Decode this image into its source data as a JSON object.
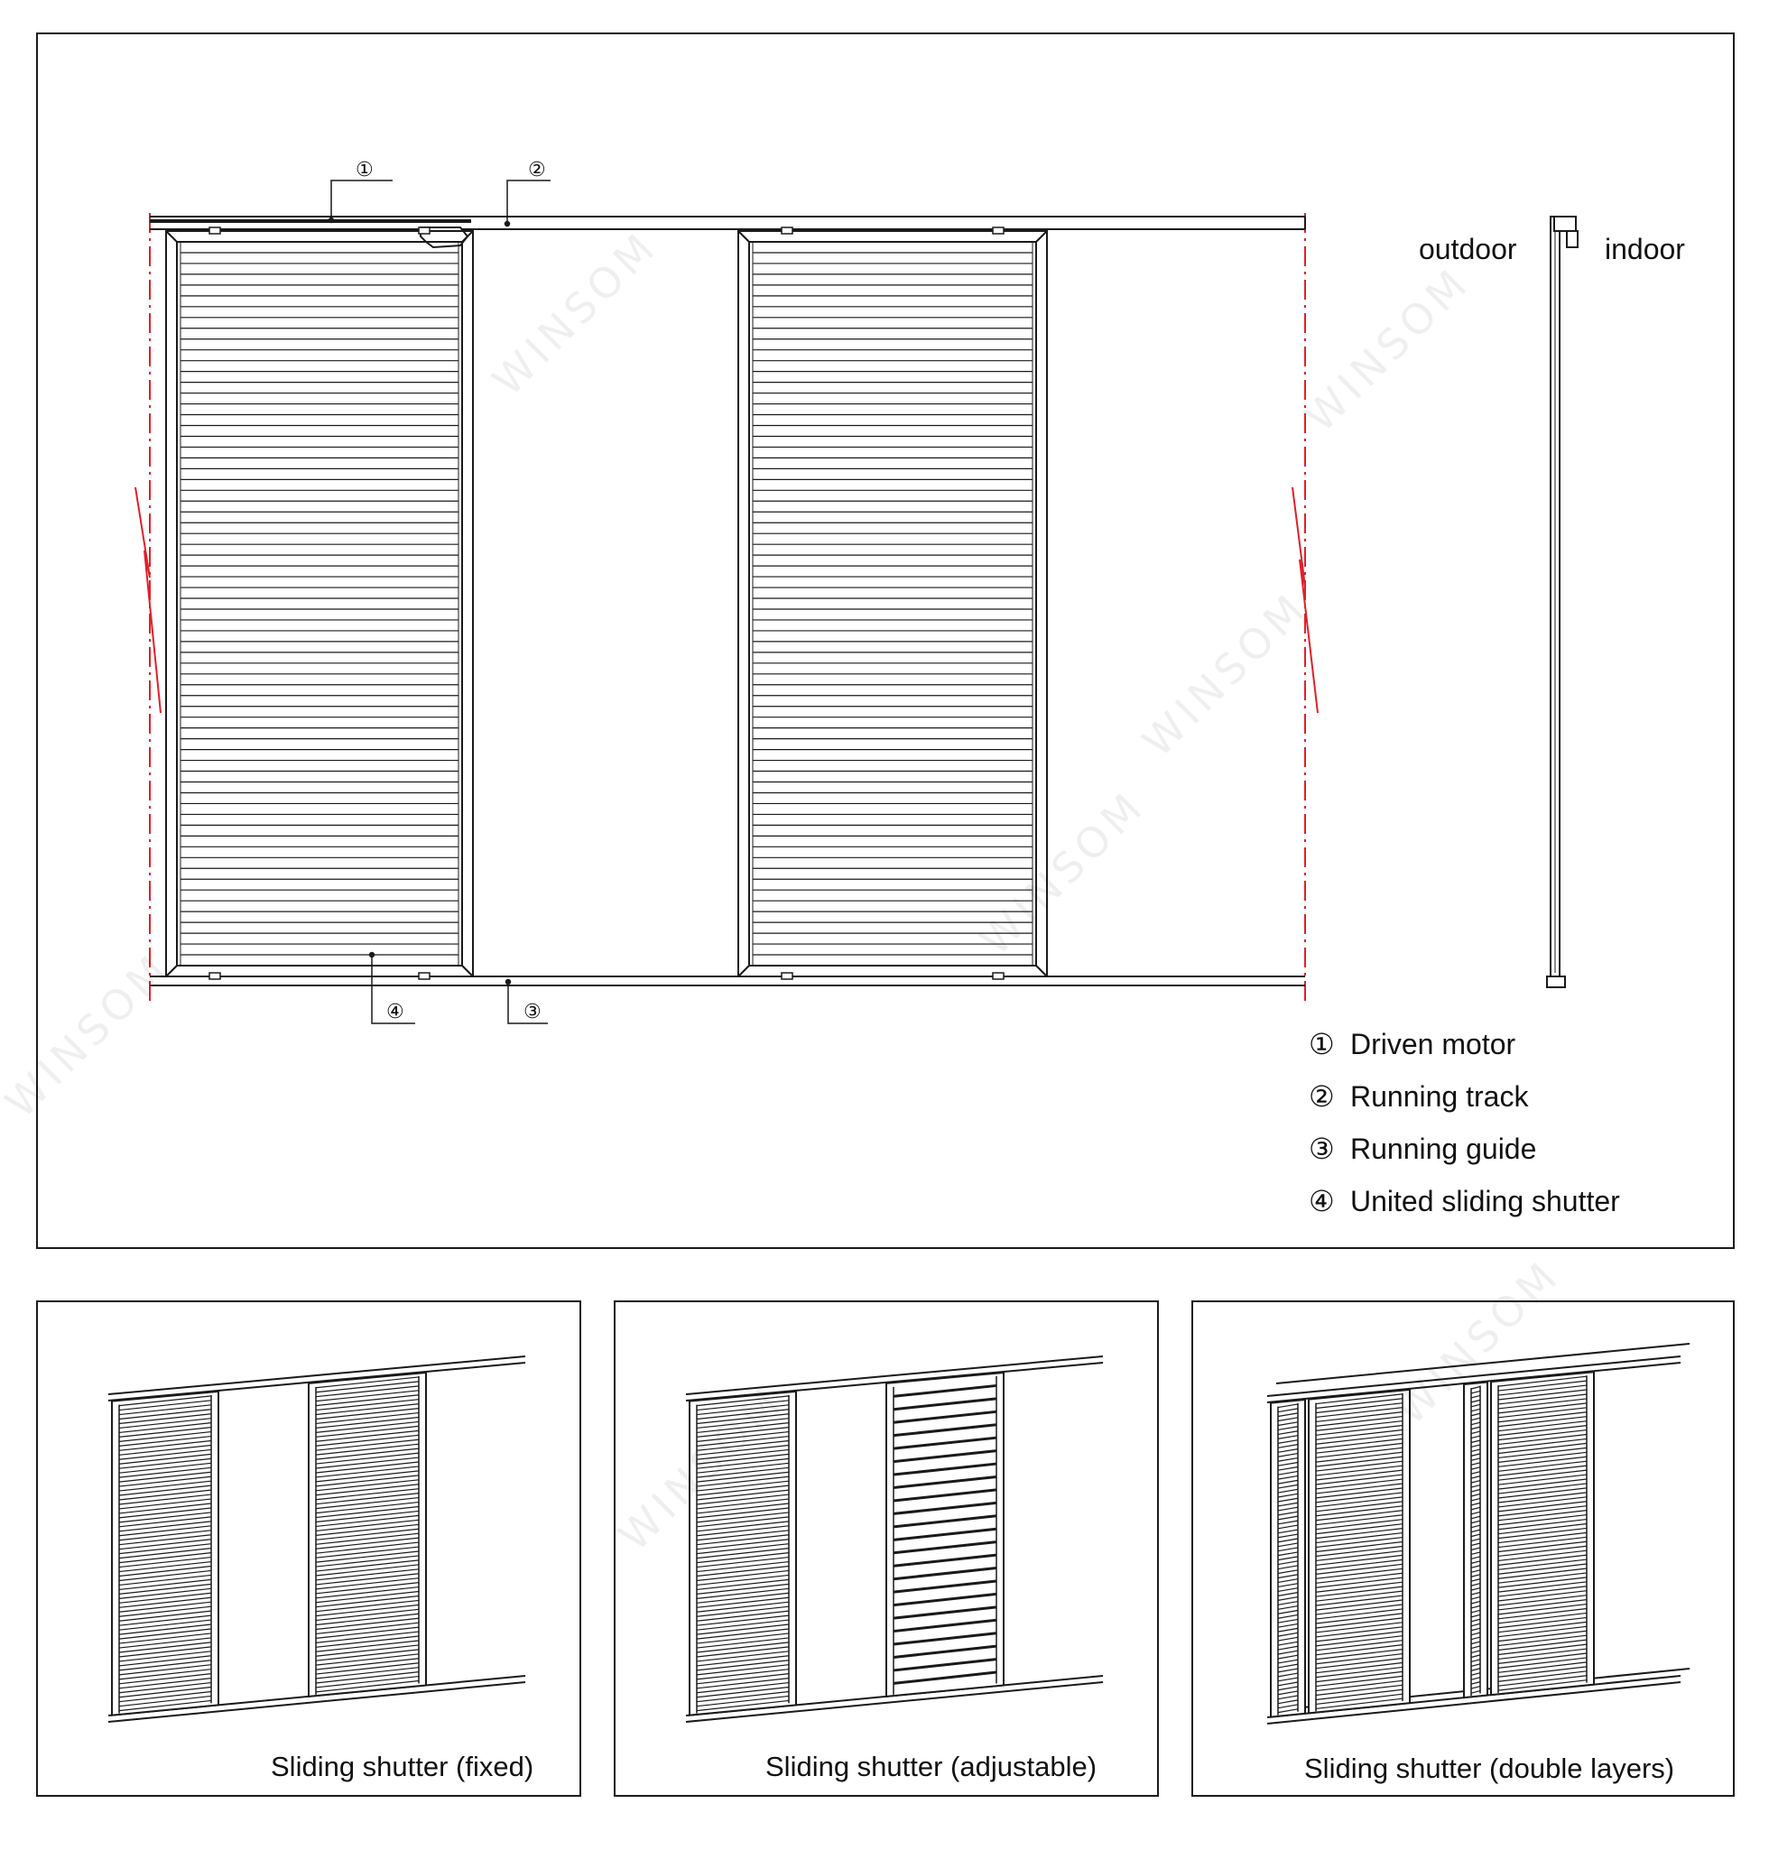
{
  "main_diagram": {
    "callouts": [
      "①",
      "②",
      "③",
      "④"
    ],
    "side_view": {
      "outdoor_label": "outdoor",
      "indoor_label": "indoor"
    },
    "legend": [
      {
        "num": "①",
        "text": "Driven motor"
      },
      {
        "num": "②",
        "text": "Running track"
      },
      {
        "num": "③",
        "text": "Running guide"
      },
      {
        "num": "④",
        "text": "United sliding shutter"
      }
    ],
    "colors": {
      "line": "#1a1a1a",
      "break_line": "#e0202a"
    }
  },
  "panels": [
    {
      "caption": "Sliding shutter (fixed)"
    },
    {
      "caption": "Sliding shutter (adjustable)"
    },
    {
      "caption": "Sliding shutter (double layers)"
    }
  ],
  "watermark": "WINSOM"
}
